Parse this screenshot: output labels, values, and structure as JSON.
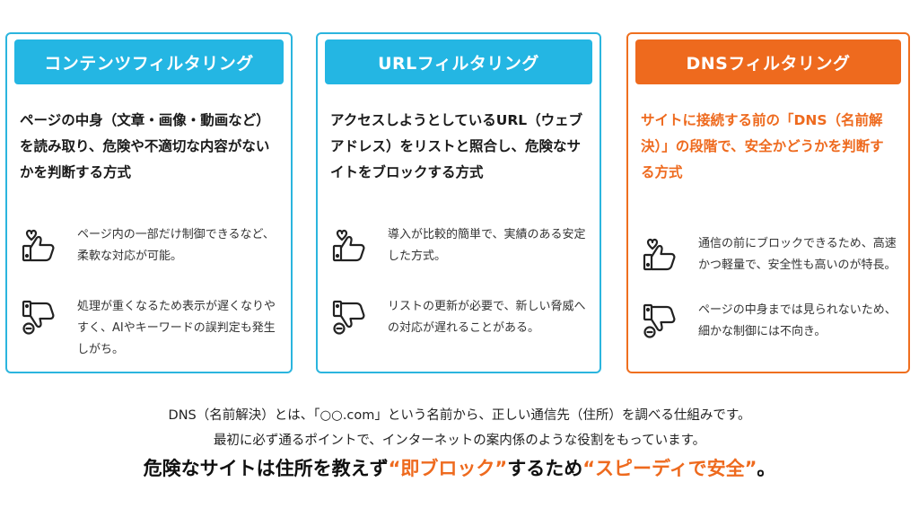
{
  "cards": [
    {
      "title": "コンテンツフィルタリング",
      "description": "ページの中身（文章・画像・動画など）を読み取り、危険や不適切な内容がないかを判断する方式",
      "pro": "ページ内の一部だけ制御できるなど、柔軟な対応が可能。",
      "con": "処理が重くなるため表示が遅くなりやすく、AIやキーワードの誤判定も発生しがち。"
    },
    {
      "title": "URLフィルタリング",
      "description": "アクセスしようとしているURL（ウェブアドレス）をリストと照合し、危険なサイトをブロックする方式",
      "pro": "導入が比較的簡単で、実績のある安定した方式。",
      "con": "リストの更新が必要で、新しい脅威への対応が遅れることがある。"
    },
    {
      "title": "DNSフィルタリング",
      "description": "サイトに接続する前の「DNS（名前解決）」の段階で、安全かどうかを判断する方式",
      "pro": "通信の前にブロックできるため、高速かつ軽量で、安全性も高いのが特長。",
      "con": "ページの中身までは見られないため、細かな制御には不向き。"
    }
  ],
  "footer": {
    "line1": "DNS（名前解決）とは、「○○.com」という名前から、正しい通信先（住所）を調べる仕組みです。",
    "line2": "最初に必ず通るポイントで、インターネットの案内係のような役割をもっています。",
    "line3_a": "危険なサイトは住所を教えず",
    "line3_b": "“即ブロック”",
    "line3_c": "するため",
    "line3_d": "“スピーディで安全”",
    "line3_e": "。"
  },
  "colors": {
    "blue": "#24b6e3",
    "orange": "#ee6a1e"
  },
  "icons": {
    "pro": "thumbs-up-heart-icon",
    "con": "thumbs-down-minus-icon"
  }
}
